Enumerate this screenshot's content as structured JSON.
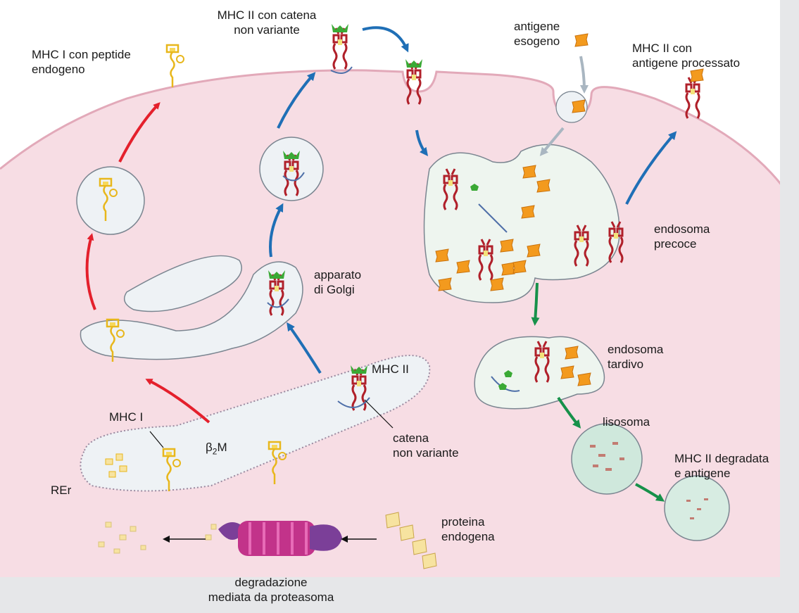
{
  "labels": {
    "mhc1_peptide": [
      "MHC I con peptide",
      "endogeno"
    ],
    "mhc2_catena_top": [
      "MHC II con catena",
      "non variante"
    ],
    "antigene_esogeno": [
      "antigene",
      "esogeno"
    ],
    "mhc2_antigene": [
      "MHC II con",
      "antigene processato"
    ],
    "endosoma_precoce": [
      "endosoma",
      "precoce"
    ],
    "golgi": [
      "apparato",
      "di Golgi"
    ],
    "endosoma_tardivo": [
      "endosoma",
      "tardivo"
    ],
    "mhc2": "MHC II",
    "lisosoma": "lisosoma",
    "mhc1": "MHC I",
    "b2m_beta": "β",
    "b2m_sub": "2",
    "b2m_m": "M",
    "catena": [
      "catena",
      "non variante"
    ],
    "mhc2_degradata": [
      "MHC II degradata",
      "e antigene"
    ],
    "rer": "REr",
    "proteina": [
      "proteina",
      "endogena"
    ],
    "degradazione": [
      "degradazione",
      "mediata da proteasoma"
    ]
  },
  "colors": {
    "cytoplasm": "#f7dde4",
    "membrane": "#e2a9b9",
    "vesicle": "#eef2f5",
    "endosome": "#eef5ef",
    "lysosome": "#cfe8dc",
    "mhc1_path": "#e4202c",
    "mhc2_path": "#1f6fb6",
    "degradation_path": "#17914a",
    "exogenous_path": "#a9b6c1",
    "mhc2_molecule": "#b0202a",
    "antigen": "#f39a1e",
    "peptide": "#e8b71c",
    "invariant_chain": "#4e6fa8",
    "proteasome": "#c2338a",
    "proteasome_cap": "#7b3f98"
  }
}
